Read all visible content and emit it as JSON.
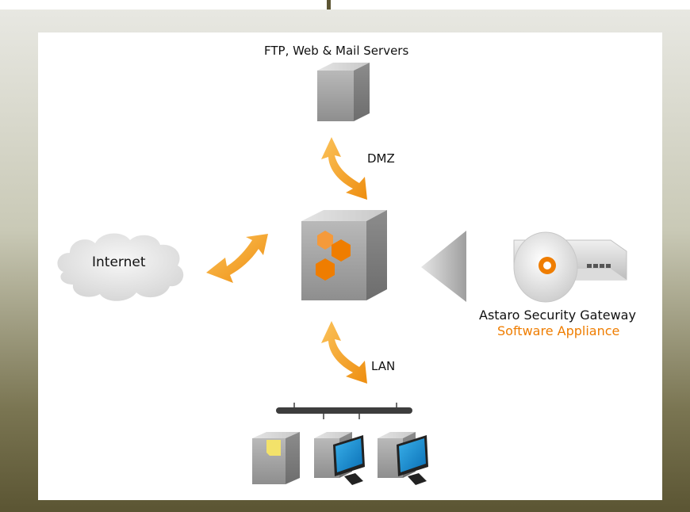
{
  "diagram": {
    "servers_label": "FTP, Web & Mail Servers",
    "dmz_label": "DMZ",
    "internet_label": "Internet",
    "lan_label": "LAN",
    "product_name": "Astaro Security Gateway",
    "product_subtitle": "Software Appliance"
  },
  "colors": {
    "arrow": "#f5a623",
    "accent": "#ef7d00",
    "box_gray": "#9a9a9a"
  }
}
